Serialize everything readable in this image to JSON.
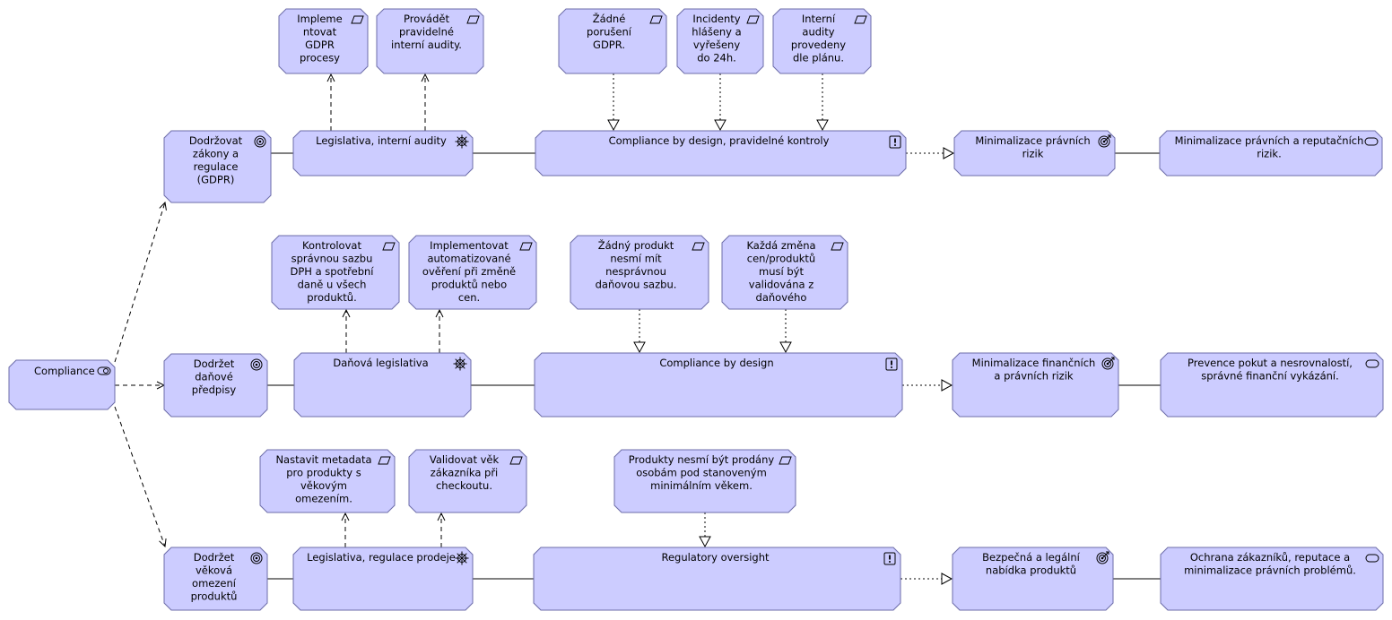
{
  "elements": {
    "compliance": {
      "label": "Compliance",
      "icon": "driver-icon"
    },
    "goal1": {
      "label": "Dodržovat zákony a regulace (GDPR)",
      "icon": "goal-icon"
    },
    "goal2": {
      "label": "Dodržet daňové předpisy",
      "icon": "goal-icon"
    },
    "goal3": {
      "label": "Dodržet věková omezení produktů",
      "icon": "goal-icon"
    },
    "assess1": {
      "label": "Legislativa, interní audity",
      "icon": "assessment-icon"
    },
    "assess2": {
      "label": "Daňová legislativa",
      "icon": "assessment-icon"
    },
    "assess3": {
      "label": "Legislativa, regulace prodeje",
      "icon": "assessment-icon"
    },
    "princ1": {
      "label": "Compliance by design, pravidelné kontroly",
      "icon": "principle-icon"
    },
    "princ2": {
      "label": "Compliance by design",
      "icon": "principle-icon"
    },
    "princ3": {
      "label": "Regulatory oversight",
      "icon": "principle-icon"
    },
    "out1": {
      "label": "Minimalizace právních rizik",
      "icon": "outcome-icon"
    },
    "out2": {
      "label": "Minimalizace finančních a právních rizik",
      "icon": "outcome-icon"
    },
    "out3": {
      "label": "Bezpečná a legální nabídka produktů",
      "icon": "outcome-icon"
    },
    "val1": {
      "label": "Minimalizace právních a reputačních rizik.",
      "icon": "value-icon"
    },
    "val2": {
      "label": "Prevence pokut a nesrovnalostí, správné finanční vykázání.",
      "icon": "value-icon"
    },
    "val3": {
      "label": "Ochrana zákazníků, reputace a minimalizace právních problémů.",
      "icon": "value-icon"
    },
    "req1a": {
      "label": "Implementovat GDPR procesy",
      "icon": "requirement-icon"
    },
    "req1b": {
      "label": "Provádět pravidelné interní audity.",
      "icon": "requirement-icon"
    },
    "req1c": {
      "label": "Žádné porušení GDPR.",
      "icon": "requirement-icon"
    },
    "req1d": {
      "label": "Incidenty hlášeny a vyřešeny do 24h.",
      "icon": "requirement-icon"
    },
    "req1e": {
      "label": "Interní audity provedeny dle plánu.",
      "icon": "requirement-icon"
    },
    "req2a": {
      "label": "Kontrolovat správnou sazbu DPH a spotřební daně u všech produktů.",
      "icon": "requirement-icon"
    },
    "req2b": {
      "label": "Implementovat automatizované ověření při změně produktů nebo cen.",
      "icon": "requirement-icon"
    },
    "req2c": {
      "label": "Žádný produkt nesmí mít nesprávnou daňovou sazbu.",
      "icon": "requirement-icon"
    },
    "req2d": {
      "label": "Každá změna cen/produktů musí být validována z daňového",
      "icon": "requirement-icon"
    },
    "req3a": {
      "label": "Nastavit metadata pro produkty s věkovým omezením.",
      "icon": "requirement-icon"
    },
    "req3b": {
      "label": "Validovat věk zákazníka při checkoutu.",
      "icon": "requirement-icon"
    },
    "req3c": {
      "label": "Produkty nesmí být prodány osobám pod stanoveným minimálním věkem.",
      "icon": "requirement-icon"
    }
  },
  "colors": {
    "fill": "#ccccff",
    "stroke": "#6c6ca8",
    "line": "#000000"
  }
}
